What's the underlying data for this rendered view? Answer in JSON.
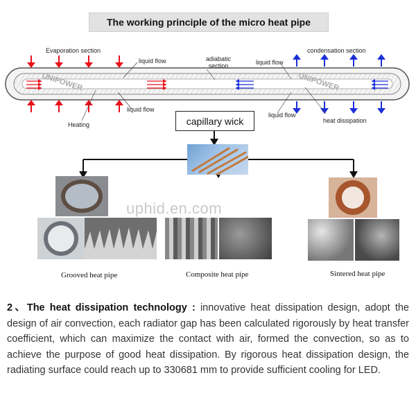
{
  "title": "The working principle of the micro heat pipe",
  "pipe_labels": {
    "evaporation": "Evaporation  section",
    "adiabatic": "adiabatic section",
    "condensation": "condensation    section",
    "liquid_flow_1": "liquid flow",
    "liquid_flow_2": "liquid flow",
    "liquid_flow_3": "liquid flow",
    "liquid_flow_4": "liquid flow",
    "heating": "Heating",
    "heat_dissipation": "heat dissipation",
    "brand_1": "UNIPOWER",
    "brand_2": "UNIPOWER"
  },
  "wick_label": "capillary wick",
  "watermark": "uphid.en.com",
  "captions": {
    "grooved": "Grooved heat pipe",
    "composite": "Composite heat pipe",
    "sintered": "Sintered heat pipe"
  },
  "paragraph": {
    "heading": "2、The heat dissipation technology :",
    "body": " innovative heat dissipation design, adopt the design of air convection, each radiator gap has been calculated rigorously by heat transfer coefficient, which can maximize the contact with air, formed the convection, so as to achieve the purpose of good heat dissipation. By rigorous heat dissipation design, the radiating surface could reach up to 330681 mm to provide sufficient cooling for LED."
  },
  "colors": {
    "heat": "#e8101a",
    "cool": "#1a2fd8",
    "pipe_outline": "#555555"
  }
}
